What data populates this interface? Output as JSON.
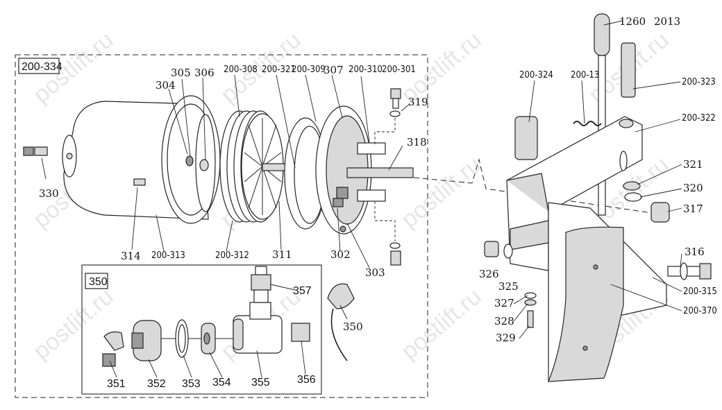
{
  "watermark": "postlift.ru",
  "box_main_label": "200-334",
  "box_sub_label": "350",
  "labels": {
    "l1260": "1260",
    "l2013": "2013",
    "l200_323": "200-323",
    "l200_324": "200-324",
    "l200_13": "200-13",
    "l200_322": "200-322",
    "l321": "321",
    "l320": "320",
    "l317": "317",
    "l316": "316",
    "l326": "326",
    "l325": "325",
    "l327": "327",
    "l328": "328",
    "l329": "329",
    "l200_315": "200-315",
    "l200_370": "200-370",
    "l305": "305",
    "l306": "306",
    "l304": "304",
    "l200_308": "200-308",
    "l200_321": "200-321",
    "l200_309": "200-309",
    "l307": "307",
    "l200_310": "200-310",
    "l200_301": "200-301",
    "l319": "319",
    "l318": "318",
    "l330": "330",
    "l314": "314",
    "l200_313": "200-313",
    "l200_312": "200-312",
    "l311": "311",
    "l302": "302",
    "l303": "303",
    "l357": "357",
    "l350": "350",
    "l351": "351",
    "l352": "352",
    "l353": "353",
    "l354": "354",
    "l355": "355",
    "l356": "356"
  }
}
